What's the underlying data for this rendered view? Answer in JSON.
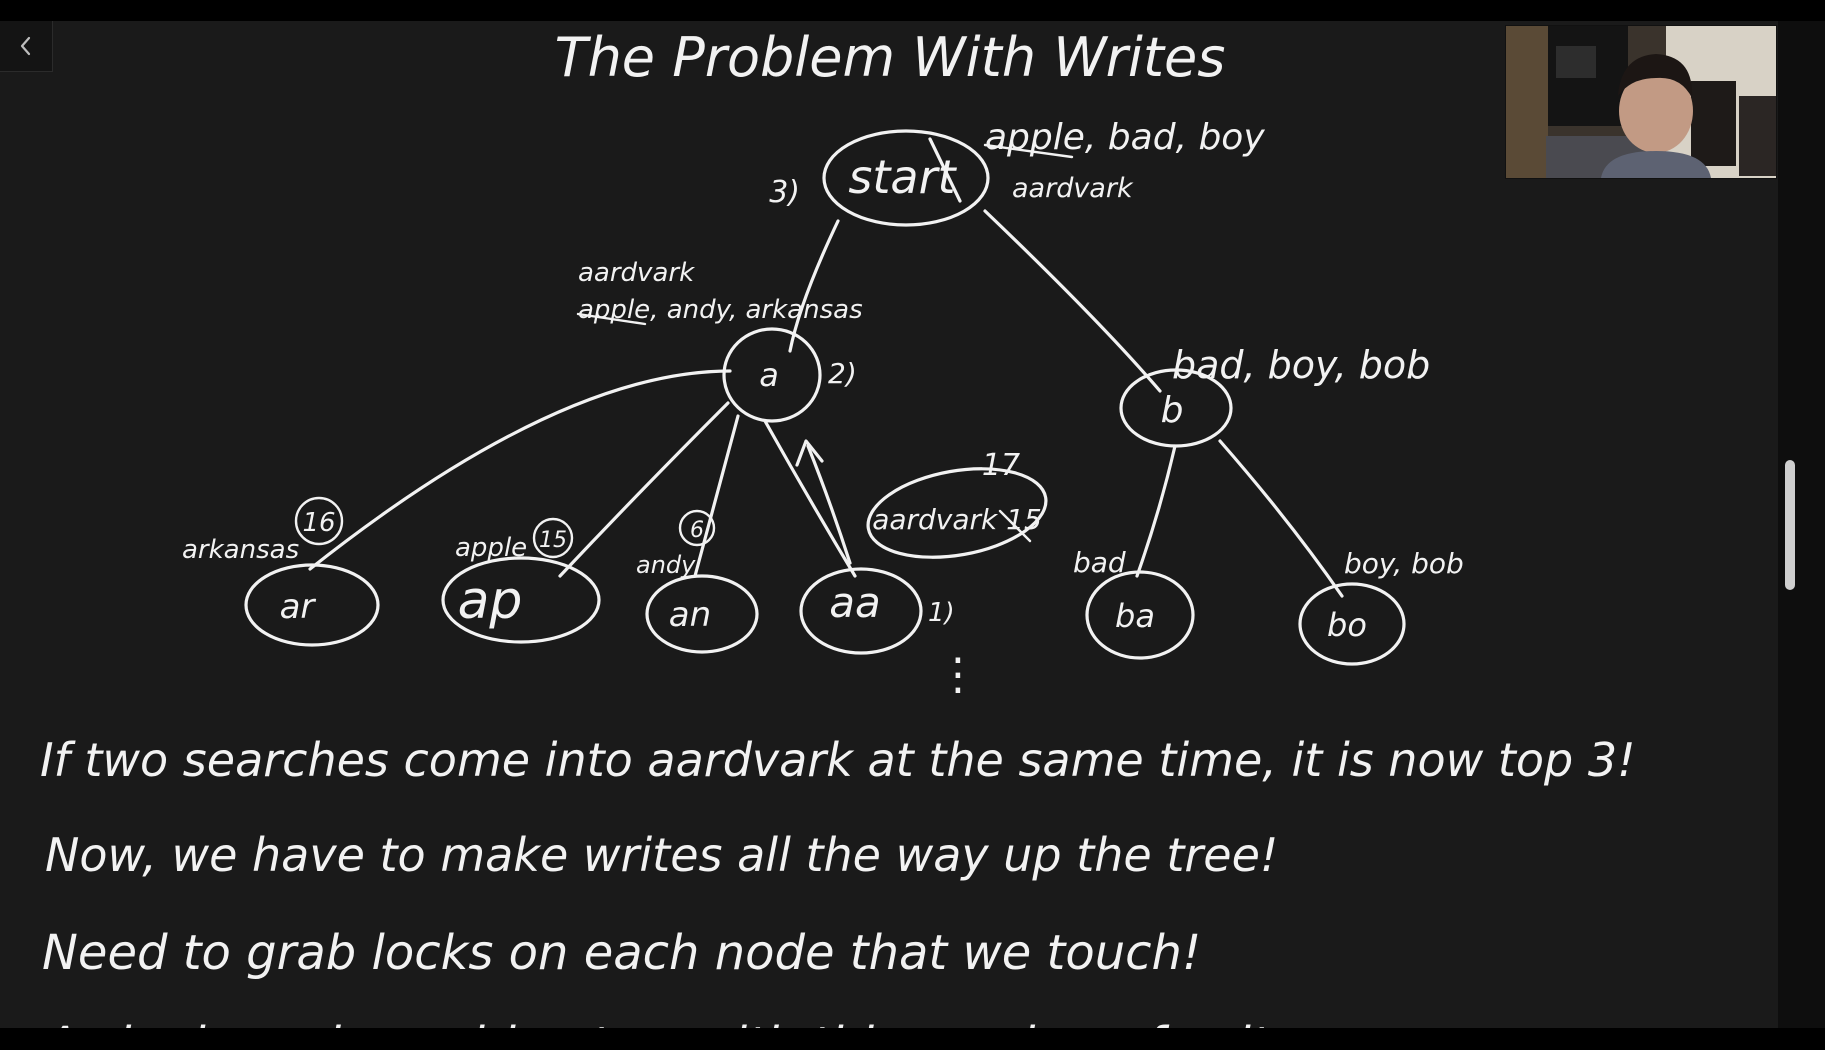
{
  "toolbar": {
    "back_icon": "chevron-left-icon"
  },
  "slide": {
    "title": "The Problem With Writes",
    "root": {
      "label": "start",
      "count": "3)",
      "top_words": "apple, bad, boy",
      "replacement": "aardvark"
    },
    "edge_note_left": {
      "line1": "aardvark",
      "line2": "apple, andy, arkansas"
    },
    "node_a": {
      "label": "a",
      "count": "2)"
    },
    "node_b": {
      "label": "b",
      "top_words": "bad, boy, bob"
    },
    "aardvark_bubble": {
      "text": "aardvark 15",
      "count": "17"
    },
    "leaves": [
      {
        "label": "ar",
        "word": "arkansas",
        "count": "16"
      },
      {
        "label": "ap",
        "word": "apple",
        "count": "15"
      },
      {
        "label": "an",
        "word": "andy",
        "count": "6"
      },
      {
        "label": "aa",
        "count": "1)"
      },
      {
        "label": "ba",
        "word": "bad"
      },
      {
        "label": "bo",
        "word": "boy, bob"
      }
    ],
    "ellipsis": "⋮",
    "notes": [
      "If two searches come into aardvark at the same time, it is now top 3!",
      "Now, we have to make writes all the way up the tree!",
      "Need to grab locks on each node that we touch!",
      "A single node could get so with this number of writes"
    ]
  },
  "scrollbar": {
    "state": "partially scrolled"
  }
}
